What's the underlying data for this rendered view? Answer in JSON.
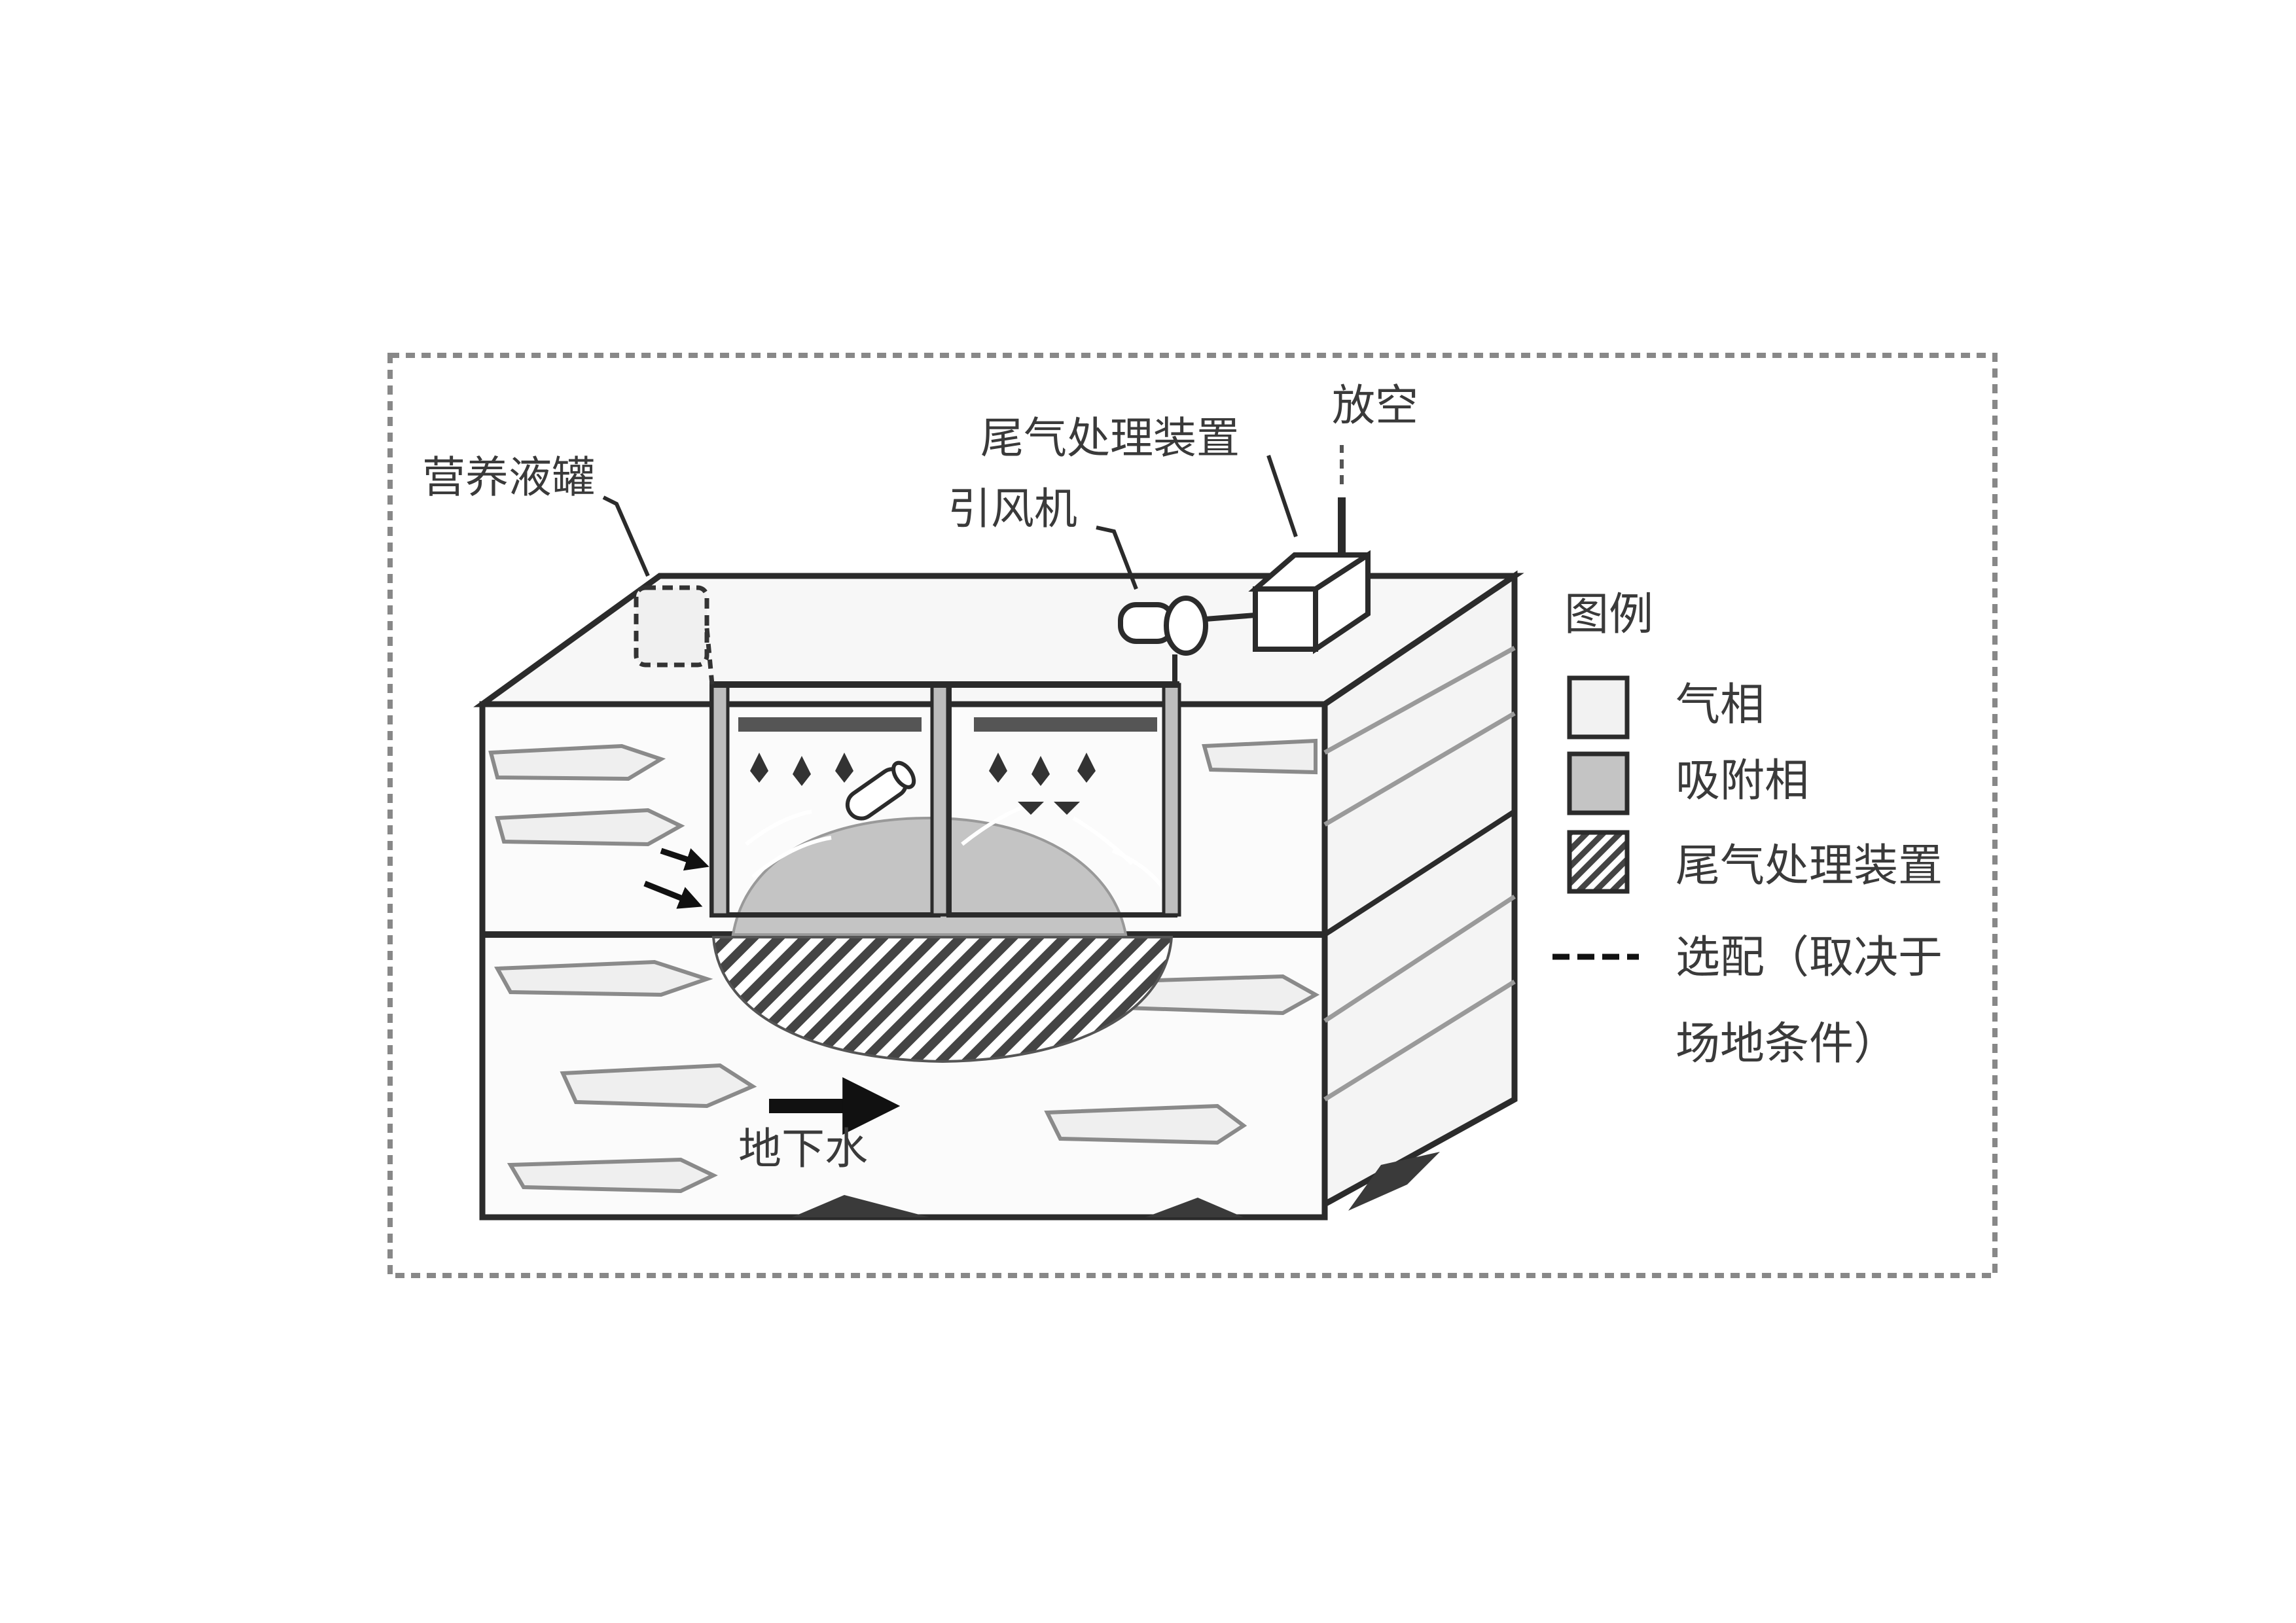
{
  "labels": {
    "nutrient_tank": "营养液罐",
    "tail_gas_device": "尾气处理装置",
    "vent": "放空",
    "fan": "引风机",
    "groundwater": "地下水"
  },
  "legend": {
    "title": "图例",
    "items": [
      {
        "label": "气相",
        "swatch": "gas-phase",
        "color": "#f2f2f2"
      },
      {
        "label": "吸附相",
        "swatch": "adsorbed-phase",
        "color": "#c4c4c4"
      },
      {
        "label": "尾气处理装置",
        "swatch": "hatched",
        "color": "#555555"
      },
      {
        "label": "选配（取决于",
        "swatch": "dashed-line"
      }
    ],
    "continuation": "场地条件）"
  },
  "colors": {
    "outline": "#2b2b2b",
    "gas_phase": "#f2f2f2",
    "adsorbed_phase": "#c4c4c4",
    "hatch": "#555555",
    "frame": "#888888"
  }
}
